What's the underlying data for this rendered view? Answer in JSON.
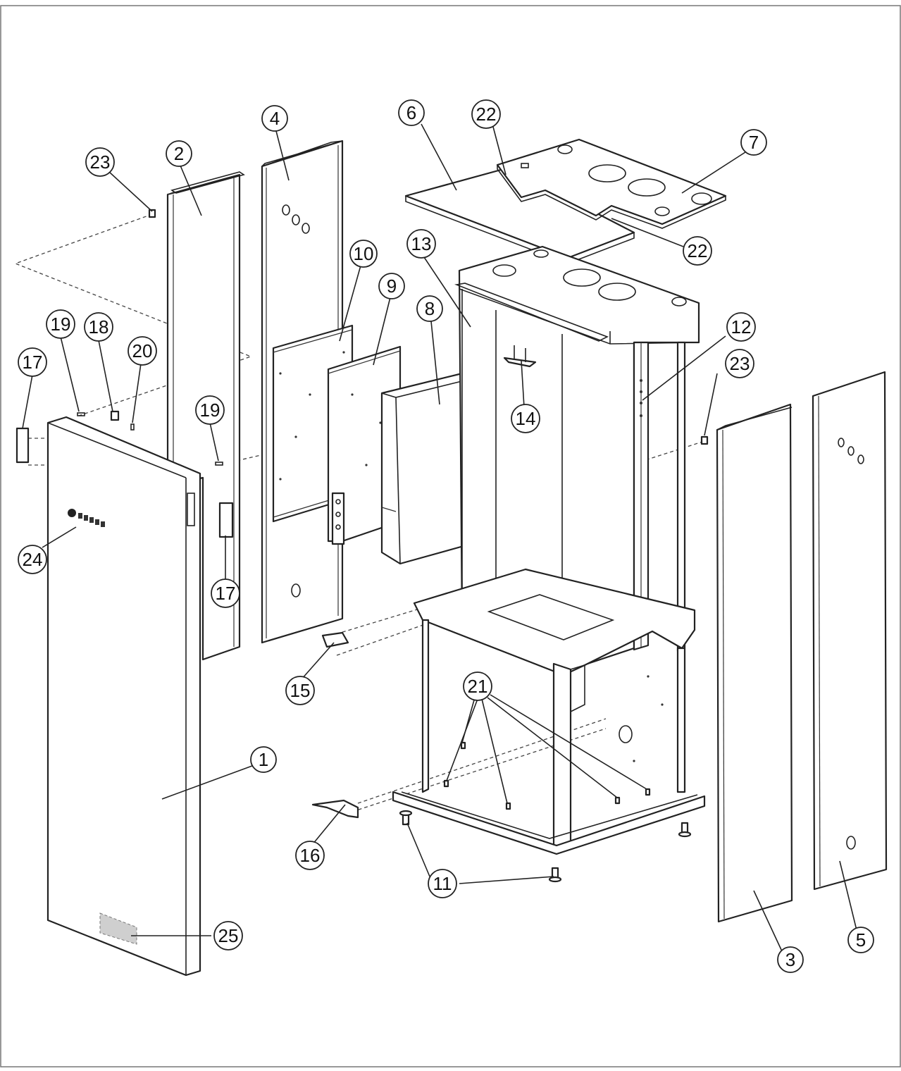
{
  "diagram": {
    "callouts": [
      {
        "id": "p1",
        "label": "1"
      },
      {
        "id": "p2",
        "label": "2"
      },
      {
        "id": "p3",
        "label": "3"
      },
      {
        "id": "p4",
        "label": "4"
      },
      {
        "id": "p5",
        "label": "5"
      },
      {
        "id": "p6",
        "label": "6"
      },
      {
        "id": "p7",
        "label": "7"
      },
      {
        "id": "p8",
        "label": "8"
      },
      {
        "id": "p9",
        "label": "9"
      },
      {
        "id": "p10",
        "label": "10"
      },
      {
        "id": "p11",
        "label": "11"
      },
      {
        "id": "p12",
        "label": "12"
      },
      {
        "id": "p13",
        "label": "13"
      },
      {
        "id": "p14",
        "label": "14"
      },
      {
        "id": "p15",
        "label": "15"
      },
      {
        "id": "p16",
        "label": "16"
      },
      {
        "id": "p17a",
        "label": "17"
      },
      {
        "id": "p17b",
        "label": "17"
      },
      {
        "id": "p18",
        "label": "18"
      },
      {
        "id": "p19a",
        "label": "19"
      },
      {
        "id": "p19b",
        "label": "19"
      },
      {
        "id": "p20",
        "label": "20"
      },
      {
        "id": "p21",
        "label": "21"
      },
      {
        "id": "p22a",
        "label": "22"
      },
      {
        "id": "p22b",
        "label": "22"
      },
      {
        "id": "p23a",
        "label": "23"
      },
      {
        "id": "p23b",
        "label": "23"
      },
      {
        "id": "p24",
        "label": "24"
      },
      {
        "id": "p25",
        "label": "25"
      }
    ]
  }
}
